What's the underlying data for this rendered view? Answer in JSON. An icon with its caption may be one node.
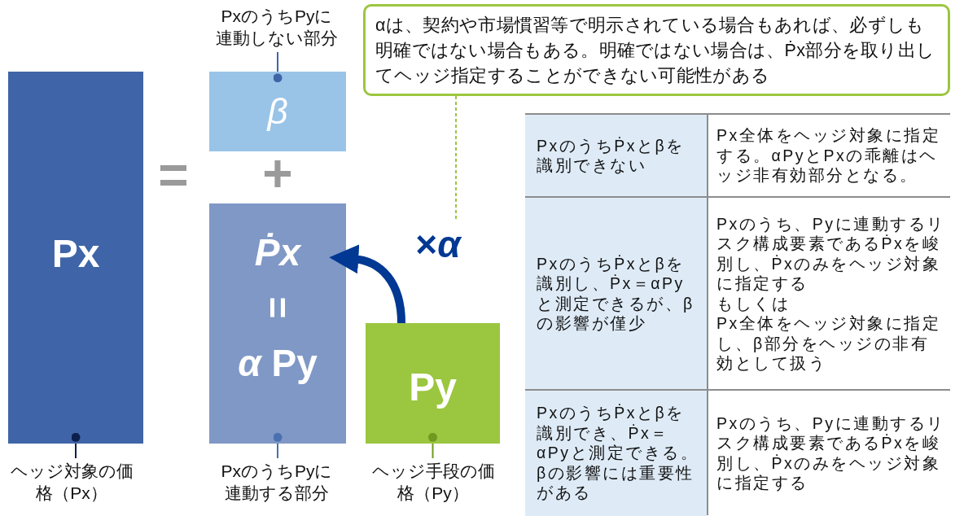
{
  "diagram": {
    "nodes": [
      {
        "text": [
          "Px"
        ]
      },
      {
        "text": [
          "β"
        ]
      },
      {
        "text": [
          "Ṗx",
          "=",
          "*α* Py"
        ]
      },
      {
        "text": [
          "Py"
        ]
      },
      {
        "text": [
          "αは、契約や市場慣習等で明示されている場合もあれば、必ずしも明確ではない場合もある。明確ではない場合は、Ṗx部分を取り出してヘッジ指定することができない可能性がある"
        ]
      },
      {
        "text": [
          "PxのうちPyに連動しない部分"
        ]
      },
      {
        "text": [
          "ヘッジ対象の価格（Px）"
        ]
      },
      {
        "text": [
          "PxのうちPyに連動する部分"
        ]
      },
      {
        "text": [
          "ヘッジ手段の価格（Py）"
        ]
      },
      {
        "text": [
          "×*α*"
        ]
      }
    ],
    "edges": [
      {
        "from": 5,
        "to": 1,
        "arrow": "other",
        "color": "#3f65a8"
      },
      {
        "from": 6,
        "to": 0,
        "arrow": "other",
        "color": "#0d1f4c"
      },
      {
        "from": 7,
        "to": 2,
        "arrow": "other",
        "color": "#4a70b0"
      },
      {
        "from": 8,
        "to": 3,
        "arrow": "other",
        "color": "#6f9a1f"
      },
      {
        "from": 4,
        "to": 9,
        "arrow": "none",
        "style": "dashed",
        "color": "#9bc63f"
      },
      {
        "from": 3,
        "to": 2,
        "arrow": "to",
        "style": "thick",
        "color": "#003893"
      }
    ],
    "labels": [
      "=",
      "+",
      "PxのうちṖxとβを識別できない",
      "Px全体をヘッジ対象に指定する。αPyとPxの乖離はヘッジ非有効部分となる。",
      "PxのうちṖxとβを識別し、Ṗx＝αPyと測定できるが、βの影響が僅少",
      "Pxのうち、Pyに連動するリスク構成要素であるṖxを峻別し、Ṗxのみをヘッジ対象に指定する",
      "もしくは",
      "Px全体をヘッジ対象に指定し、β部分をヘッジの非有効として扱う",
      "PxのうちṖxとβを識別でき、Ṗx＝αPyと測定できる。βの影響には重要性がある",
      "Pxのうち、Pyに連動するリスク構成要素であるṖxを峻別し、Ṗxのみをヘッジ対象に指定する"
    ]
  }
}
